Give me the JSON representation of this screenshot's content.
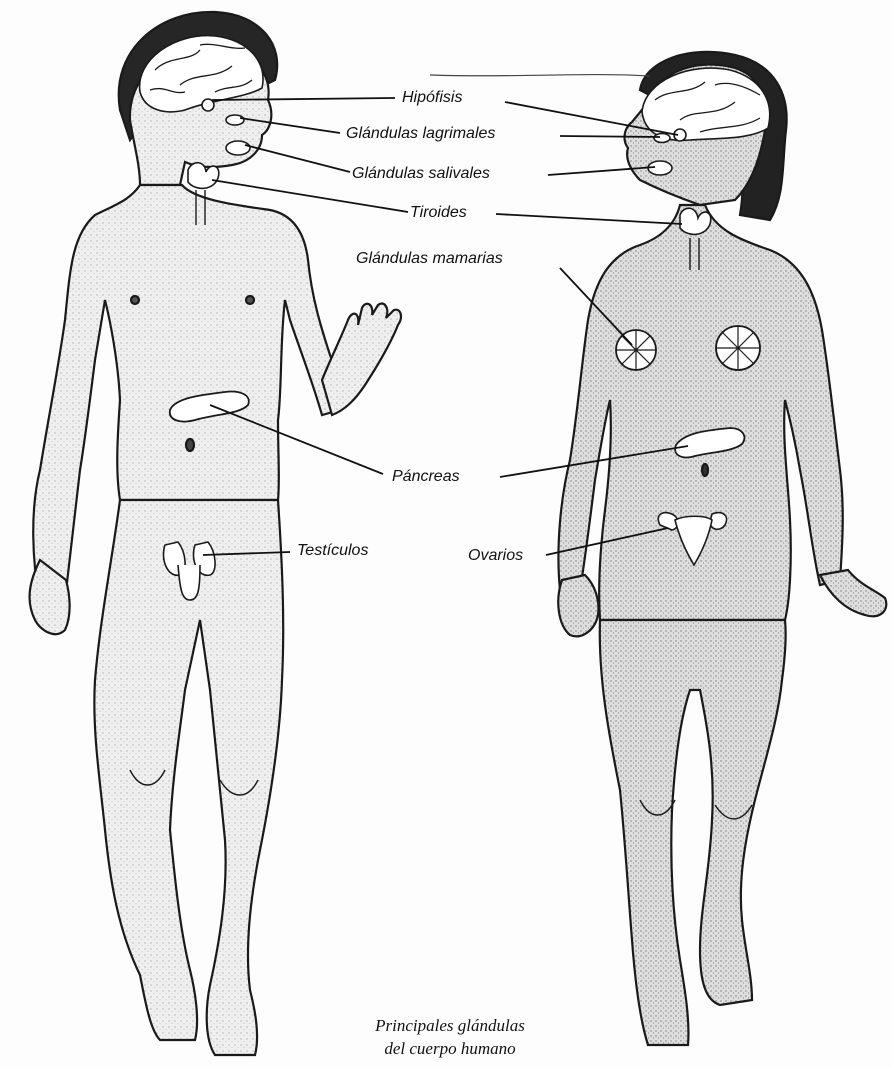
{
  "labels": {
    "hipofisis": "Hipófisis",
    "lagrimales": "Glándulas lagrimales",
    "salivales": "Glándulas salivales",
    "tiroides": "Tiroides",
    "mamarias": "Glándulas mamarias",
    "pancreas": "Páncreas",
    "testiculos": "Testículos",
    "ovarios": "Ovarios"
  },
  "caption": {
    "line1": "Principales glándulas",
    "line2": "del cuerpo humano"
  },
  "colors": {
    "ink": "#1a1a1a",
    "stipple": "#8a8a8a",
    "skin_male": "#ececec",
    "skin_female": "#d9d9d9",
    "hair": "#222222"
  }
}
